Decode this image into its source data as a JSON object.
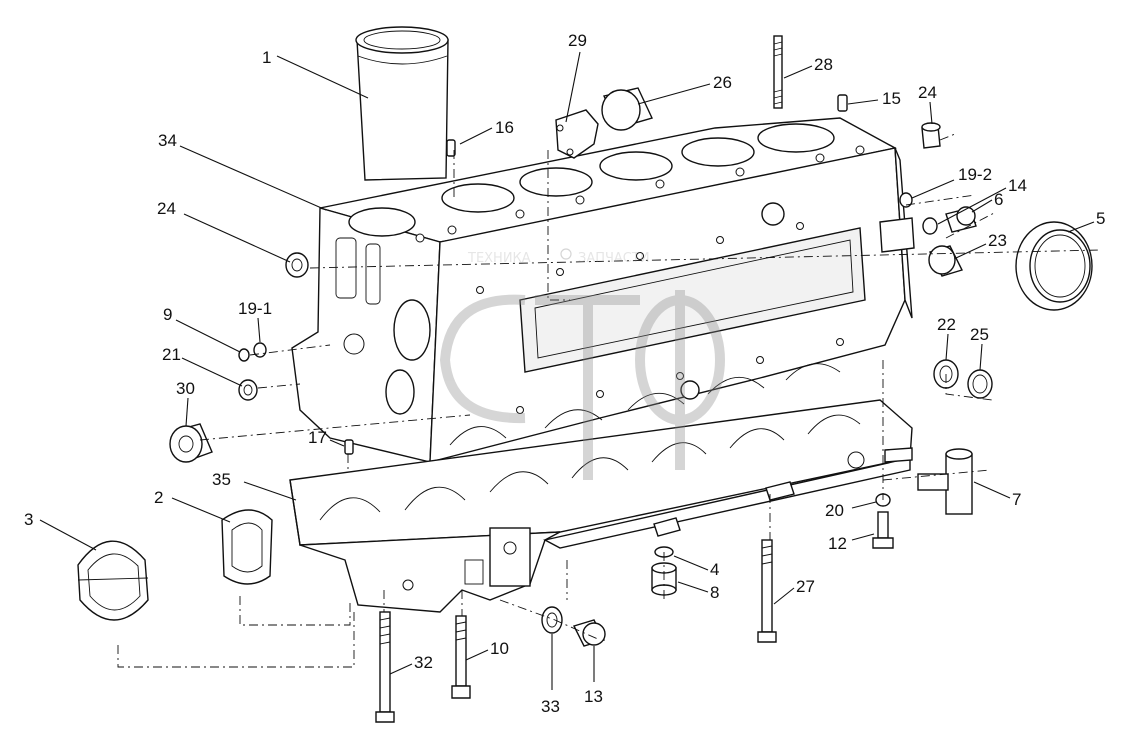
{
  "watermark": {
    "text_left": "ТЕХНИКА",
    "text_right": "ЗАПЧАСТИ",
    "logo_letters": "СТФ"
  },
  "callouts": [
    {
      "id": "1",
      "label": "1"
    },
    {
      "id": "2",
      "label": "2"
    },
    {
      "id": "3",
      "label": "3"
    },
    {
      "id": "4",
      "label": "4"
    },
    {
      "id": "5",
      "label": "5"
    },
    {
      "id": "6",
      "label": "6"
    },
    {
      "id": "7",
      "label": "7"
    },
    {
      "id": "8",
      "label": "8"
    },
    {
      "id": "9",
      "label": "9"
    },
    {
      "id": "10",
      "label": "10"
    },
    {
      "id": "12",
      "label": "12"
    },
    {
      "id": "13",
      "label": "13"
    },
    {
      "id": "14",
      "label": "14"
    },
    {
      "id": "15",
      "label": "15"
    },
    {
      "id": "16",
      "label": "16"
    },
    {
      "id": "17",
      "label": "17"
    },
    {
      "id": "19-1",
      "label": "19-1"
    },
    {
      "id": "19-2",
      "label": "19-2"
    },
    {
      "id": "20",
      "label": "20"
    },
    {
      "id": "21",
      "label": "21"
    },
    {
      "id": "22",
      "label": "22"
    },
    {
      "id": "23",
      "label": "23"
    },
    {
      "id": "24a",
      "label": "24"
    },
    {
      "id": "24b",
      "label": "24"
    },
    {
      "id": "25",
      "label": "25"
    },
    {
      "id": "26",
      "label": "26"
    },
    {
      "id": "27",
      "label": "27"
    },
    {
      "id": "28",
      "label": "28"
    },
    {
      "id": "29",
      "label": "29"
    },
    {
      "id": "30",
      "label": "30"
    },
    {
      "id": "32",
      "label": "32"
    },
    {
      "id": "33",
      "label": "33"
    },
    {
      "id": "34",
      "label": "34"
    },
    {
      "id": "35",
      "label": "35"
    }
  ]
}
